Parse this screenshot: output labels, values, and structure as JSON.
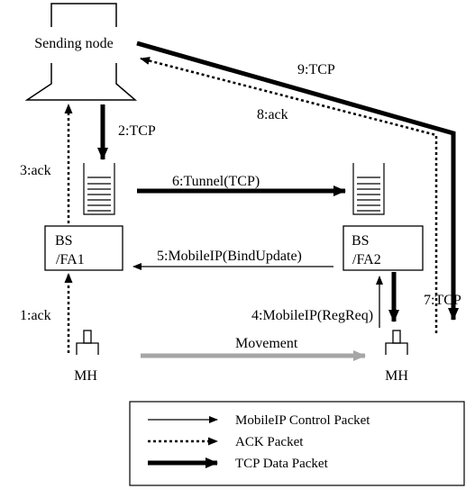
{
  "nodes": {
    "sending_node": "Sending node",
    "bs1_line1": "BS",
    "bs1_line2": "/FA1",
    "bs2_line1": "BS",
    "bs2_line2": "/FA2",
    "mh_left": "MH",
    "mh_right": "MH"
  },
  "arrows": {
    "a1": "1:ack",
    "a2": "2:TCP",
    "a3": "3:ack",
    "a4": "4:MobileIP(RegReq)",
    "a5": "5:MobileIP(BindUpdate)",
    "a6": "6:Tunnel(TCP)",
    "a7": "7:TCP",
    "a8": "8:ack",
    "a9": "9:TCP",
    "movement": "Movement"
  },
  "legend": {
    "control": "MobileIP Control Packet",
    "ack": "ACK Packet",
    "tcp": "TCP Data Packet"
  },
  "colors": {
    "ink": "#000000",
    "movement": "#a6a6a6"
  }
}
